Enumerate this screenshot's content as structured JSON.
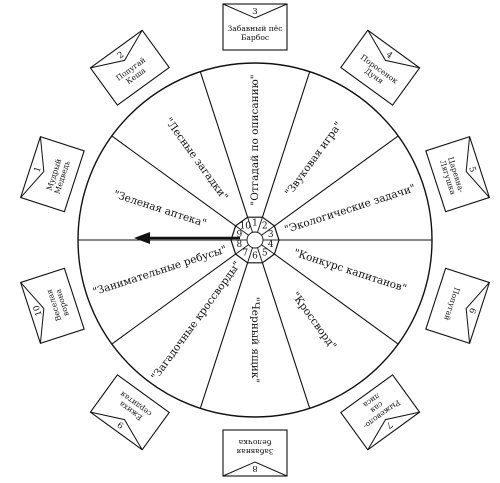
{
  "wheel": {
    "sectors": [
      {
        "number": "1",
        "label": "\"Отгадай по описанию\""
      },
      {
        "number": "2",
        "label": "\"Звуковая игра\""
      },
      {
        "number": "3",
        "label": "\"Экологические задачи\""
      },
      {
        "number": "4",
        "label": "\"Конкурс капитанов\""
      },
      {
        "number": "5",
        "label": "\"Кроссворд\""
      },
      {
        "number": "6",
        "label": "\"Черный ящик\""
      },
      {
        "number": "7",
        "label": "\"Загадочные кроссворды\""
      },
      {
        "number": "8",
        "label": "\"Занимательные ребусы\""
      },
      {
        "number": "9",
        "label": "\"Зеленая аптека\""
      },
      {
        "number": "10",
        "label": "\"Лесные загадки\""
      }
    ]
  },
  "envelopes": [
    {
      "number": "3",
      "lines": [
        "Забавный пёс",
        "Барбос"
      ]
    },
    {
      "number": "4",
      "lines": [
        "Поросенок",
        "Дуня"
      ]
    },
    {
      "number": "5",
      "lines": [
        "Царевна-",
        "Лягушка"
      ]
    },
    {
      "number": "6",
      "lines": [
        "Попугай"
      ]
    },
    {
      "number": "7",
      "lines": [
        "Рыжеволо-",
        "сая",
        "лиса"
      ]
    },
    {
      "number": "8",
      "lines": [
        "Забавная",
        "белочка"
      ]
    },
    {
      "number": "9",
      "lines": [
        "Ежиха",
        "сердитая"
      ]
    },
    {
      "number": "10",
      "lines": [
        "Веселая",
        "ворона"
      ]
    },
    {
      "number": "1",
      "lines": [
        "Мудрый",
        "Медведь"
      ]
    },
    {
      "number": "2",
      "lines": [
        "Попугай",
        "Кеша"
      ]
    }
  ]
}
